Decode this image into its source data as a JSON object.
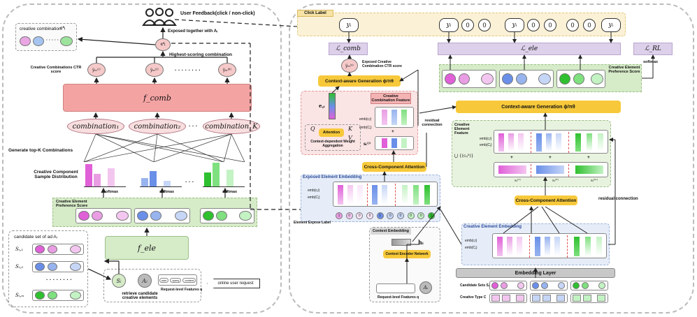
{
  "left": {
    "user_feedback": "User Feedback(click / non-click)",
    "exposed_together": "Exposed together with Aᵢ",
    "creative_combination_label": "creative combination",
    "creative_combination_symbol": "c*ᵢ",
    "highest_scoring": "Highest-scoring combination",
    "ctr_score_label": "Creative Combinations CTR score",
    "ctr_items": [
      "ŷₘ⁽¹⁾",
      "ŷₘ⁽²⁾",
      "ŷₘ⁽ᴷ⁾"
    ],
    "f_comb": "f_comb",
    "combinations": [
      "combination₁",
      "combination₂",
      "combination_K"
    ],
    "generate_topk": "Generate top-K Combinations",
    "sample_distribution": "Creative Component Sample Distribution",
    "softmax": "softmax",
    "element_pref_score": "Creative Element Preference Score",
    "f_ele": "f_ele",
    "candidate_set": "candidate set of ad Aᵢ",
    "set_rows": [
      "Sᵢ,₁",
      "Sᵢ,₂",
      "Sᵢ,ₘ"
    ],
    "retrieve": "retrieve candidate creative elements",
    "request_features": "Request-level Features q",
    "online_request": "online user request",
    "si": "Sᵢ",
    "ai": "Aᵢ",
    "feature_chips": [
      "user",
      "query",
      "context"
    ]
  },
  "right": {
    "click_label": "Click Label",
    "y_label": "yᵢ",
    "zero": "0",
    "l_comb": "ℒ_comb",
    "l_ele": "ℒ_ele",
    "l_rl": "ℒ_RL",
    "exposed_ctr": "Exposed Creative Combination CTR score",
    "exposed_symbol": "ŷₘ⁽ˣ⁾",
    "ctx_gen": "Context-aware Generation ϕ/πθ",
    "creative_combination_feature": "Creative Combination Feature",
    "attention": "Attention",
    "ctx_dep": "Context-dependent Weight Aggregation",
    "q": "Q",
    "k": "K",
    "v": "V",
    "residual": "residual connection",
    "cross_comp": "Cross-Component Attention",
    "exposed_emb": "Exposed Element Embedding",
    "expose_label": "Element Expose Label",
    "ctx_emb": "Context Embedding",
    "h_i": "hᵢ",
    "ctx_encoder": "Context Encoder Network",
    "req_features": "Request-level Features q",
    "creative_elem_feature": "Creative Element Feature",
    "softmax": "softmax",
    "creative_elem_pref": "Creative Element Preference Score",
    "creative_elem_emb": "Creative Element Embedding",
    "emb_layer": "Embedding Layer",
    "candidate_sets": "Candidate Sets Sᵢ",
    "creative_type": "Creative Type C",
    "emb_c": "emb(cⱼʲ)",
    "emb_cj": "emb(Cⱼ)",
    "plus": "+",
    "expose_bits": [
      "1",
      "0",
      "0",
      "0",
      "1",
      "0",
      "0",
      "0",
      "0",
      "1"
    ]
  }
}
